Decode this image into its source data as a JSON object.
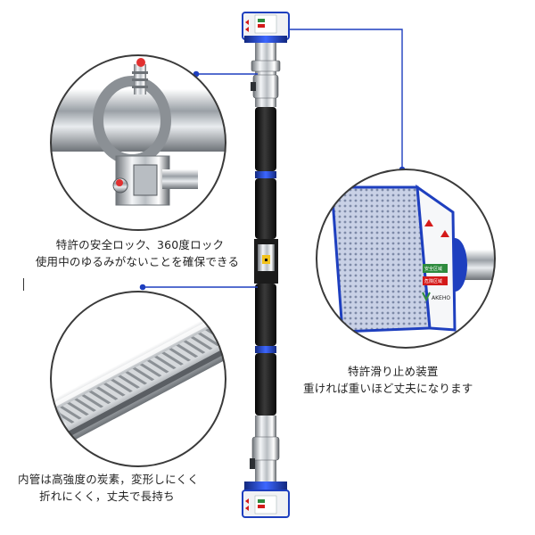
{
  "captions": {
    "lock": [
      "特許の安全ロック、360度ロック",
      "使用中のゆるみがないことを確保できる"
    ],
    "slip": [
      "特許滑り止め装置",
      "重ければ重いほど丈夫になります"
    ],
    "tube": [
      "内管は高強度の炭素，変形しにくく",
      "折れにくく，丈夫で長持ち"
    ]
  },
  "endcap_label": {
    "brand": "AKEHO",
    "safe_zone": "安全区域",
    "danger_zone": "危険区域"
  },
  "colors": {
    "accent_blue": "#1e3fbf",
    "foam_black": "#1a1a1a",
    "chrome": "#c8ccd0",
    "arrow_red": "#d41a1a",
    "safe_green": "#2e8b3e"
  }
}
